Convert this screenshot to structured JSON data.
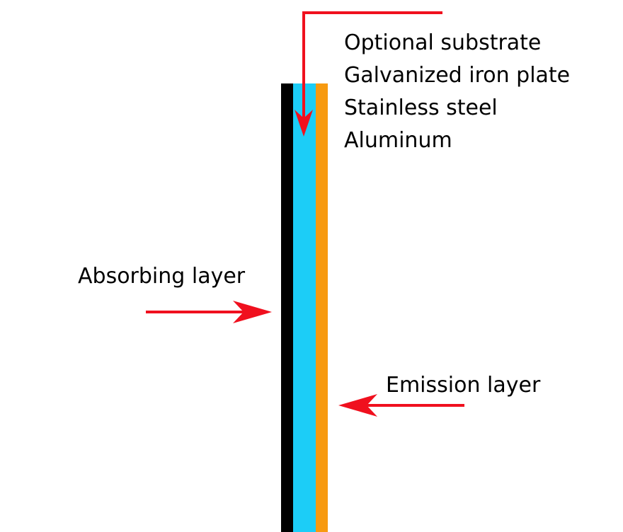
{
  "labels": {
    "substrate_options": [
      "Optional substrate",
      "Galvanized iron plate",
      "Stainless steel",
      "Aluminum"
    ],
    "absorbing_layer": "Absorbing layer",
    "emission_layer": "Emission layer"
  },
  "colors": {
    "absorbing_layer": "#000000",
    "substrate_layer": "#1ccdf7",
    "emission_layer": "#f79a10",
    "arrow": "#f0101e",
    "text": "#000000"
  }
}
